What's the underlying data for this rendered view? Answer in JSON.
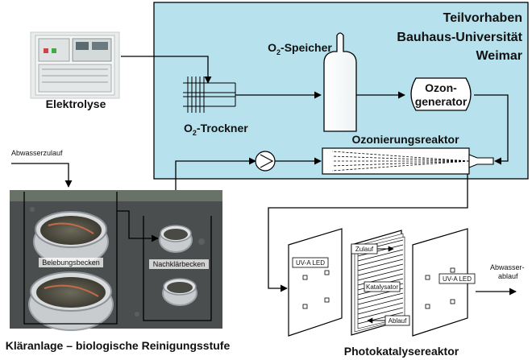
{
  "labels": {
    "project_line1": "Teilvorhaben",
    "project_line2": "Bauhaus-Universität",
    "project_line3": "Weimar",
    "electrolysis": "Elektrolyse",
    "o2_storage_prefix": "O",
    "o2_storage_sub": "2",
    "o2_storage_suffix": "-Speicher",
    "o2_dryer_prefix": "O",
    "o2_dryer_sub": "2",
    "o2_dryer_suffix": "-Trockner",
    "ozone_gen_line1": "Ozon-",
    "ozone_gen_line2": "generator",
    "ozonation_reactor": "Ozonierungsreaktor",
    "wastewater_inflow": "Abwasserzulauf",
    "aeration_tank": "Belebungsbecken",
    "secondary_clarifier": "Nachklärbecken",
    "treatment_plant": "Kläranlage – biologische Reinigungsstufe",
    "uva_led_left": "UV-A LED",
    "uva_led_right": "UV-A LED",
    "inlet": "Zulauf",
    "catalyst": "Katalysator",
    "outlet": "Ablauf",
    "wastewater_outflow_line1": "Abwasser-",
    "wastewater_outflow_line2": "ablauf",
    "photocatalysis_reactor": "Photokatalysereaktor"
  },
  "colors": {
    "project_panel": "#b7e1ec",
    "photo_ground": "#4b4e4f"
  }
}
